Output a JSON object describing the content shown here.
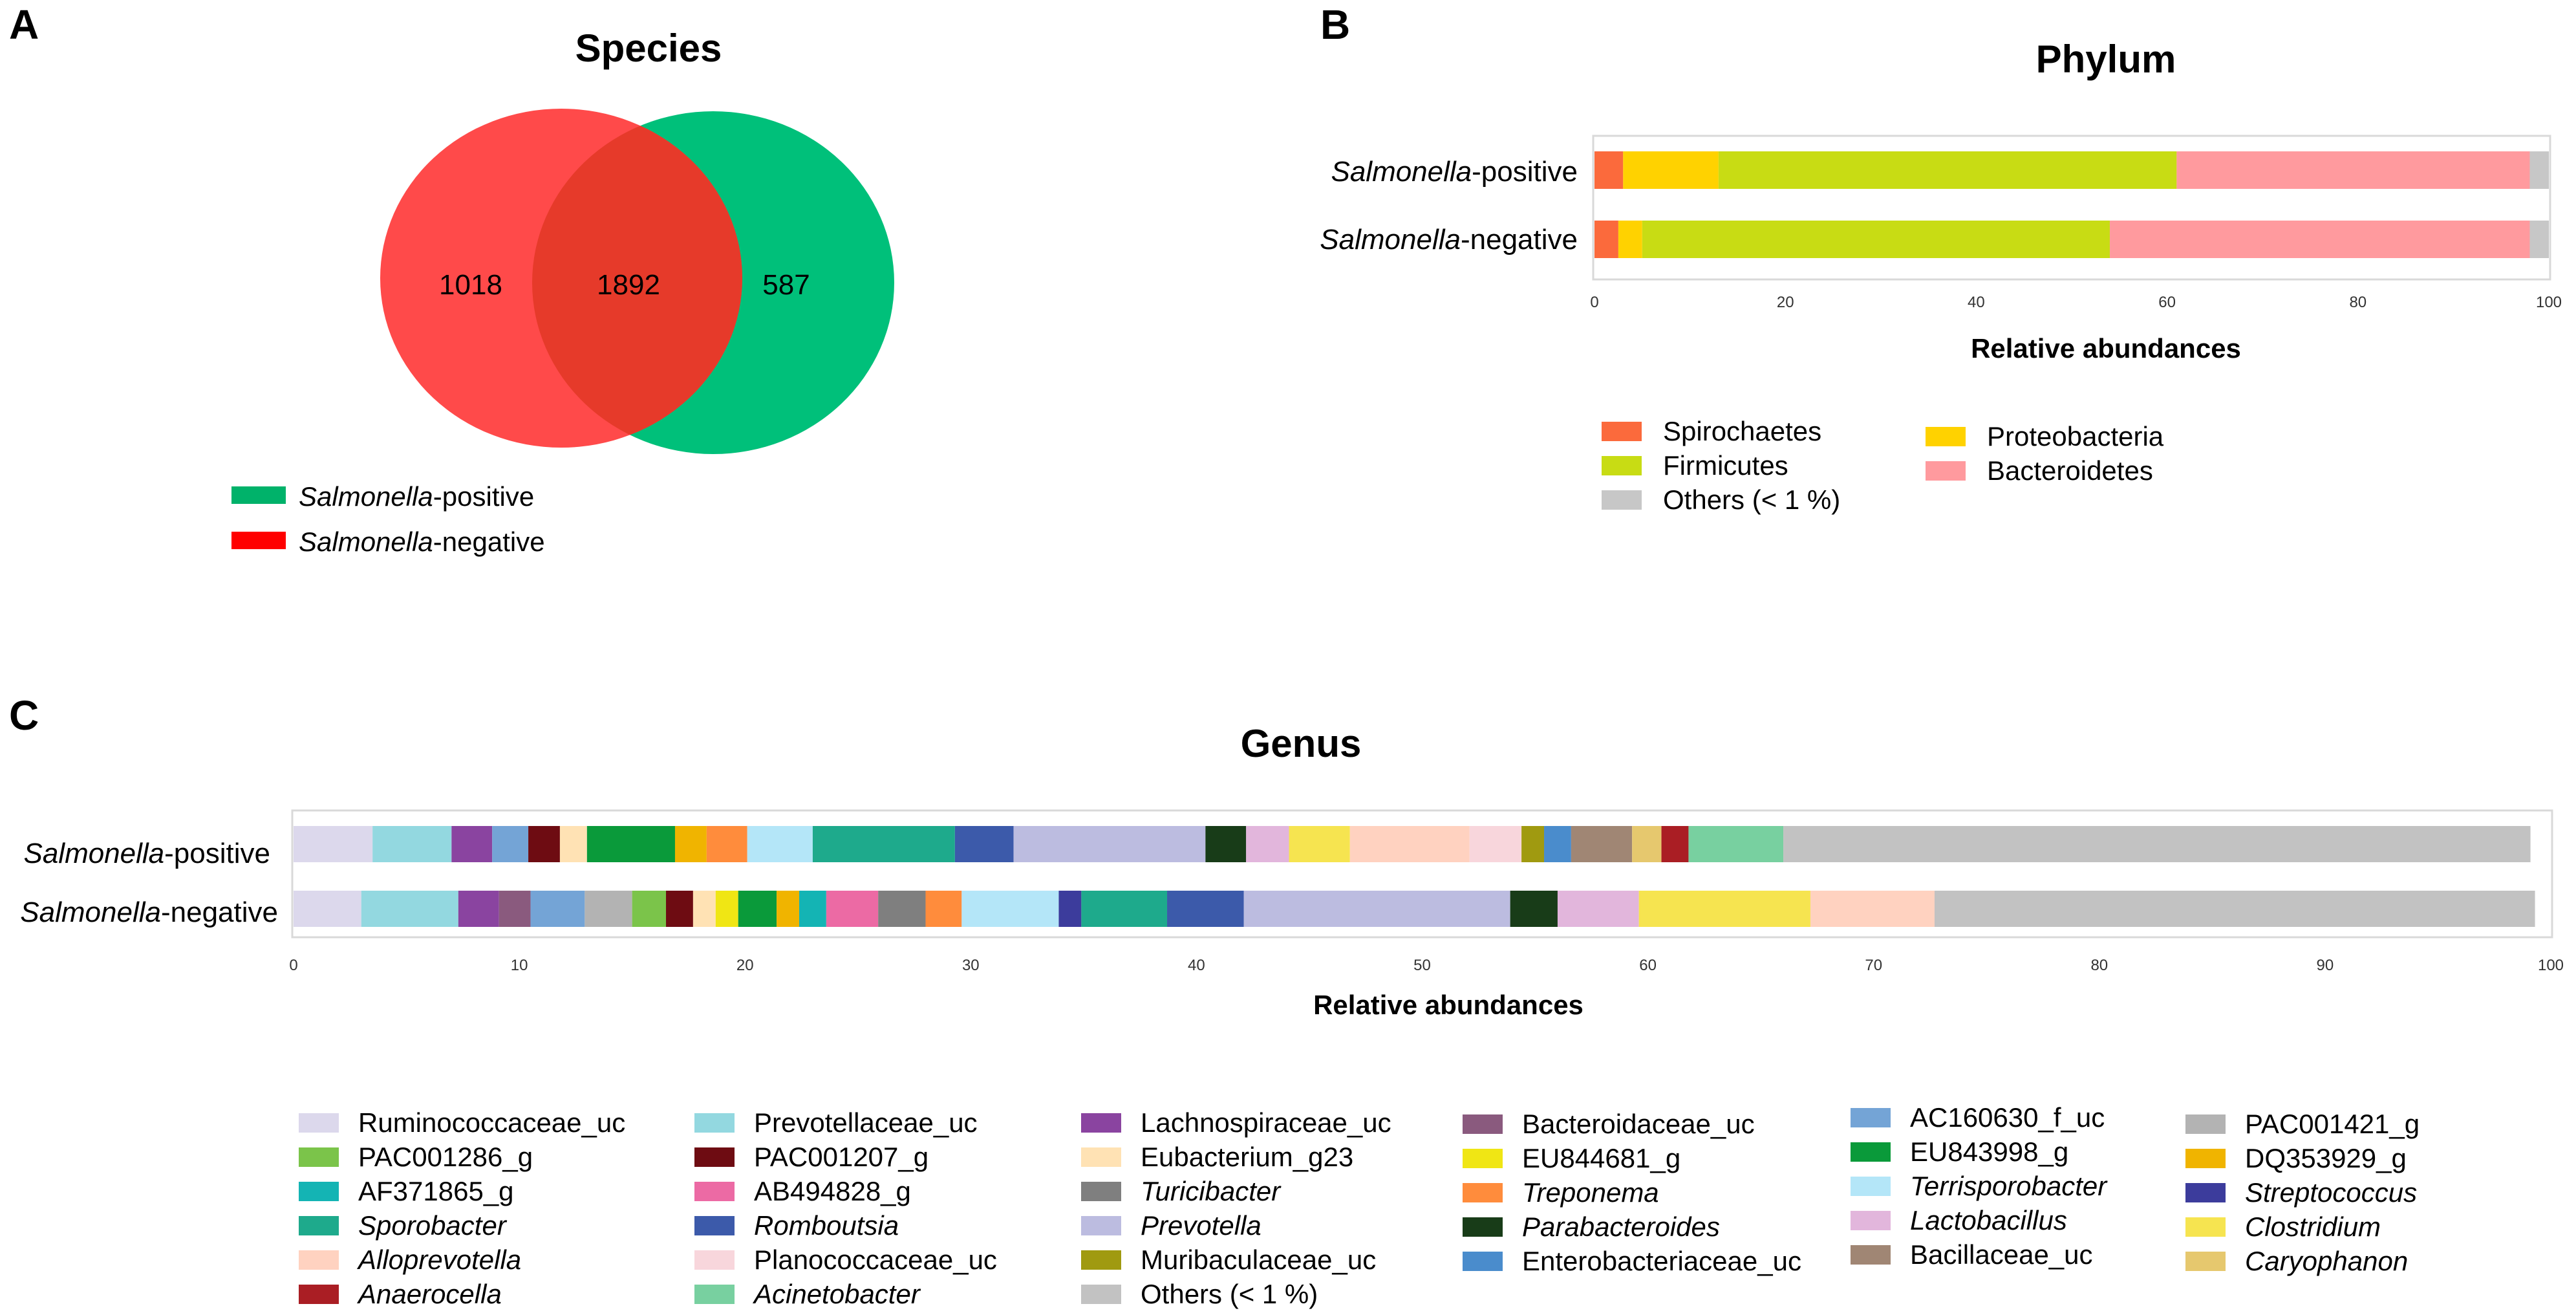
{
  "panels": {
    "a": "A",
    "b": "B",
    "c": "C"
  },
  "chart_data": [
    {
      "type": "venn",
      "title": "Species",
      "regions": {
        "only_negative": 1018,
        "shared": 1892,
        "only_positive": 587
      },
      "labels": [
        "1018",
        "1892",
        "587"
      ],
      "legend": [
        {
          "italic": "Salmonella",
          "rest": "-positive",
          "color": "#00b26a"
        },
        {
          "italic": "Salmonella",
          "rest": "-negative",
          "color": "#ff0000"
        }
      ],
      "colors": {
        "negative": "#ff4a4a",
        "positive": "#00c07a",
        "overlap": "#e63a2a"
      }
    },
    {
      "type": "bar",
      "orientation": "horizontal",
      "stacked": true,
      "title": "Phylum",
      "xlabel": "Relative abundances",
      "xlim": [
        0,
        100
      ],
      "xticks": [
        "0",
        "20",
        "40",
        "60",
        "80",
        "100"
      ],
      "categories": [
        {
          "italic": "Salmonella",
          "rest": "-positive"
        },
        {
          "italic": "Salmonella",
          "rest": "-negative"
        }
      ],
      "series": [
        {
          "name": "Spirochaetes",
          "color": "#fb6a3c",
          "values": [
            3.0,
            2.5
          ]
        },
        {
          "name": "Proteobacteria",
          "color": "#ffd200",
          "values": [
            10.0,
            2.5
          ]
        },
        {
          "name": "Firmicutes",
          "color": "#c8dc14",
          "values": [
            48.0,
            49.0
          ]
        },
        {
          "name": "Bacteroidetes",
          "color": "#ff9a9e",
          "values": [
            37.0,
            44.0
          ]
        },
        {
          "name": "Others (< 1 %)",
          "color": "#c7c7c7",
          "values": [
            2.0,
            2.0
          ]
        }
      ],
      "legend": [
        {
          "name": "Spirochaetes",
          "color": "#fb6a3c",
          "col": 0,
          "row": 0
        },
        {
          "name": "Firmicutes",
          "color": "#c8dc14",
          "col": 0,
          "row": 1
        },
        {
          "name": "Others (< 1 %)",
          "color": "#c7c7c7",
          "col": 0,
          "row": 2
        },
        {
          "name": "Proteobacteria",
          "color": "#ffd200",
          "col": 1,
          "row": 0
        },
        {
          "name": "Bacteroidetes",
          "color": "#ff9a9e",
          "col": 1,
          "row": 1
        }
      ]
    },
    {
      "type": "bar",
      "orientation": "horizontal",
      "stacked": true,
      "title": "Genus",
      "xlabel": "Relative abundances",
      "xlim": [
        0,
        100
      ],
      "xticks": [
        "0",
        "10",
        "20",
        "30",
        "40",
        "50",
        "60",
        "70",
        "80",
        "90",
        "100"
      ],
      "categories": [
        {
          "italic": "Salmonella",
          "rest": "-positive"
        },
        {
          "italic": "Salmonella",
          "rest": "-negative"
        }
      ],
      "series": [
        {
          "name": "Ruminococcaceae_uc",
          "italic": false,
          "color": "#dcd8ec",
          "values": [
            3.5,
            3.0
          ]
        },
        {
          "name": "Prevotellaceae_uc",
          "italic": false,
          "color": "#93d8e0",
          "values": [
            3.5,
            4.3
          ]
        },
        {
          "name": "Lachnospiraceae_uc",
          "italic": false,
          "color": "#8a44a0",
          "values": [
            1.8,
            1.8
          ]
        },
        {
          "name": "Bacteroidaceae_uc",
          "italic": false,
          "color": "#8a5a7e",
          "values": [
            0.0,
            1.4
          ]
        },
        {
          "name": "AC160630_f_uc",
          "italic": false,
          "color": "#74a4d6",
          "values": [
            1.6,
            2.4
          ]
        },
        {
          "name": "PAC001421_g",
          "italic": false,
          "color": "#b3b3b3",
          "values": [
            0.0,
            2.1
          ]
        },
        {
          "name": "PAC001286_g",
          "italic": false,
          "color": "#7bc44a",
          "values": [
            0.0,
            1.5
          ]
        },
        {
          "name": "PAC001207_g",
          "italic": false,
          "color": "#6e0c12",
          "values": [
            1.4,
            1.2
          ]
        },
        {
          "name": "Eubacterium_g23",
          "italic": false,
          "color": "#ffe2b4",
          "values": [
            1.2,
            1.0
          ]
        },
        {
          "name": "EU844681_g",
          "italic": false,
          "color": "#f0e614",
          "values": [
            0.0,
            1.0
          ]
        },
        {
          "name": "EU843998_g",
          "italic": false,
          "color": "#0a9a3a",
          "values": [
            3.9,
            1.7
          ]
        },
        {
          "name": "DQ353929_g",
          "italic": false,
          "color": "#f0b400",
          "values": [
            1.4,
            1.0
          ]
        },
        {
          "name": "AF371865_g",
          "italic": false,
          "color": "#14b4b4",
          "values": [
            0.0,
            1.2
          ]
        },
        {
          "name": "AB494828_g",
          "italic": false,
          "color": "#ec6aa4",
          "values": [
            0.0,
            2.3
          ]
        },
        {
          "name": "Turicibacter",
          "italic": true,
          "color": "#7f7f7f",
          "values": [
            0.0,
            2.1
          ]
        },
        {
          "name": "Treponema",
          "italic": true,
          "color": "#ff8c3c",
          "values": [
            1.8,
            1.6
          ]
        },
        {
          "name": "Terrisporobacter",
          "italic": true,
          "color": "#b4e6f8",
          "values": [
            2.9,
            4.3
          ]
        },
        {
          "name": "Streptococcus",
          "italic": true,
          "color": "#3c3c9c",
          "values": [
            0.0,
            1.0
          ]
        },
        {
          "name": "Sporobacter",
          "italic": true,
          "color": "#1eaa8c",
          "values": [
            6.3,
            3.8
          ]
        },
        {
          "name": "Romboutsia",
          "italic": true,
          "color": "#3c5aaa",
          "values": [
            2.6,
            3.4
          ]
        },
        {
          "name": "Prevotella",
          "italic": true,
          "color": "#bcbce0",
          "values": [
            8.5,
            11.8
          ]
        },
        {
          "name": "Parabacteroides",
          "italic": true,
          "color": "#183c18",
          "values": [
            1.8,
            2.1
          ]
        },
        {
          "name": "Lactobacillus",
          "italic": true,
          "color": "#e2b6dc",
          "values": [
            1.9,
            3.6
          ]
        },
        {
          "name": "Clostridium",
          "italic": true,
          "color": "#f6e450",
          "values": [
            2.7,
            7.6
          ]
        },
        {
          "name": "Alloprevotella",
          "italic": true,
          "color": "#ffd2c0",
          "values": [
            5.3,
            5.5
          ]
        },
        {
          "name": "Planococcaceae_uc",
          "italic": false,
          "color": "#f8d6dc",
          "values": [
            2.3,
            0.0
          ]
        },
        {
          "name": "Muribaculaceae_uc",
          "italic": false,
          "color": "#a09a10",
          "values": [
            1.0,
            0.0
          ]
        },
        {
          "name": "Enterobacteriaceae_uc",
          "italic": false,
          "color": "#4a8ccc",
          "values": [
            1.2,
            0.0
          ]
        },
        {
          "name": "Bacillaceae_uc",
          "italic": false,
          "color": "#a08674",
          "values": [
            2.7,
            0.0
          ]
        },
        {
          "name": "Caryophanon",
          "italic": true,
          "color": "#e6c86e",
          "values": [
            1.3,
            0.0
          ]
        },
        {
          "name": "Anaerocella",
          "italic": true,
          "color": "#aa1e24",
          "values": [
            1.2,
            0.0
          ]
        },
        {
          "name": "Acinetobacter",
          "italic": true,
          "color": "#78d0a0",
          "values": [
            4.2,
            0.0
          ]
        },
        {
          "name": "Others (< 1 %)",
          "italic": false,
          "color": "#c2c2c2",
          "values": [
            33.1,
            26.6
          ]
        }
      ],
      "legend_columns": [
        [
          {
            "name": "Ruminococcaceae_uc",
            "italic": false,
            "color": "#dcd8ec"
          },
          {
            "name": "PAC001286_g",
            "italic": false,
            "color": "#7bc44a"
          },
          {
            "name": "AF371865_g",
            "italic": false,
            "color": "#14b4b4"
          },
          {
            "name": "Sporobacter",
            "italic": true,
            "color": "#1eaa8c"
          },
          {
            "name": "Alloprevotella",
            "italic": true,
            "color": "#ffd2c0"
          },
          {
            "name": "Anaerocella",
            "italic": true,
            "color": "#aa1e24"
          }
        ],
        [
          {
            "name": "Prevotellaceae_uc",
            "italic": false,
            "color": "#93d8e0"
          },
          {
            "name": "PAC001207_g",
            "italic": false,
            "color": "#6e0c12"
          },
          {
            "name": "AB494828_g",
            "italic": false,
            "color": "#ec6aa4"
          },
          {
            "name": "Romboutsia",
            "italic": true,
            "color": "#3c5aaa"
          },
          {
            "name": "Planococcaceae_uc",
            "italic": false,
            "color": "#f8d6dc"
          },
          {
            "name": "Acinetobacter",
            "italic": true,
            "color": "#78d0a0"
          }
        ],
        [
          {
            "name": "Lachnospiraceae_uc",
            "italic": false,
            "color": "#8a44a0"
          },
          {
            "name": "Eubacterium_g23",
            "italic": false,
            "color": "#ffe2b4"
          },
          {
            "name": "Turicibacter",
            "italic": true,
            "color": "#7f7f7f"
          },
          {
            "name": "Prevotella",
            "italic": true,
            "color": "#bcbce0"
          },
          {
            "name": "Muribaculaceae_uc",
            "italic": false,
            "color": "#a09a10"
          },
          {
            "name": "Others (< 1 %)",
            "italic": false,
            "color": "#c2c2c2"
          }
        ],
        [
          {
            "name": "Bacteroidaceae_uc",
            "italic": false,
            "color": "#8a5a7e"
          },
          {
            "name": "EU844681_g",
            "italic": false,
            "color": "#f0e614"
          },
          {
            "name": "Treponema",
            "italic": true,
            "color": "#ff8c3c"
          },
          {
            "name": "Parabacteroides",
            "italic": true,
            "color": "#183c18"
          },
          {
            "name": "Enterobacteriaceae_uc",
            "italic": false,
            "color": "#4a8ccc"
          }
        ],
        [
          {
            "name": "AC160630_f_uc",
            "italic": false,
            "color": "#74a4d6"
          },
          {
            "name": "EU843998_g",
            "italic": false,
            "color": "#0a9a3a"
          },
          {
            "name": "Terrisporobacter",
            "italic": true,
            "color": "#b4e6f8"
          },
          {
            "name": "Lactobacillus",
            "italic": true,
            "color": "#e2b6dc"
          },
          {
            "name": "Bacillaceae_uc",
            "italic": false,
            "color": "#a08674"
          }
        ],
        [
          {
            "name": "PAC001421_g",
            "italic": false,
            "color": "#b3b3b3"
          },
          {
            "name": "DQ353929_g",
            "italic": false,
            "color": "#f0b400"
          },
          {
            "name": "Streptococcus",
            "italic": true,
            "color": "#3c3c9c"
          },
          {
            "name": "Clostridium",
            "italic": true,
            "color": "#f6e450"
          },
          {
            "name": "Caryophanon",
            "italic": true,
            "color": "#e6c86e"
          }
        ]
      ]
    }
  ]
}
